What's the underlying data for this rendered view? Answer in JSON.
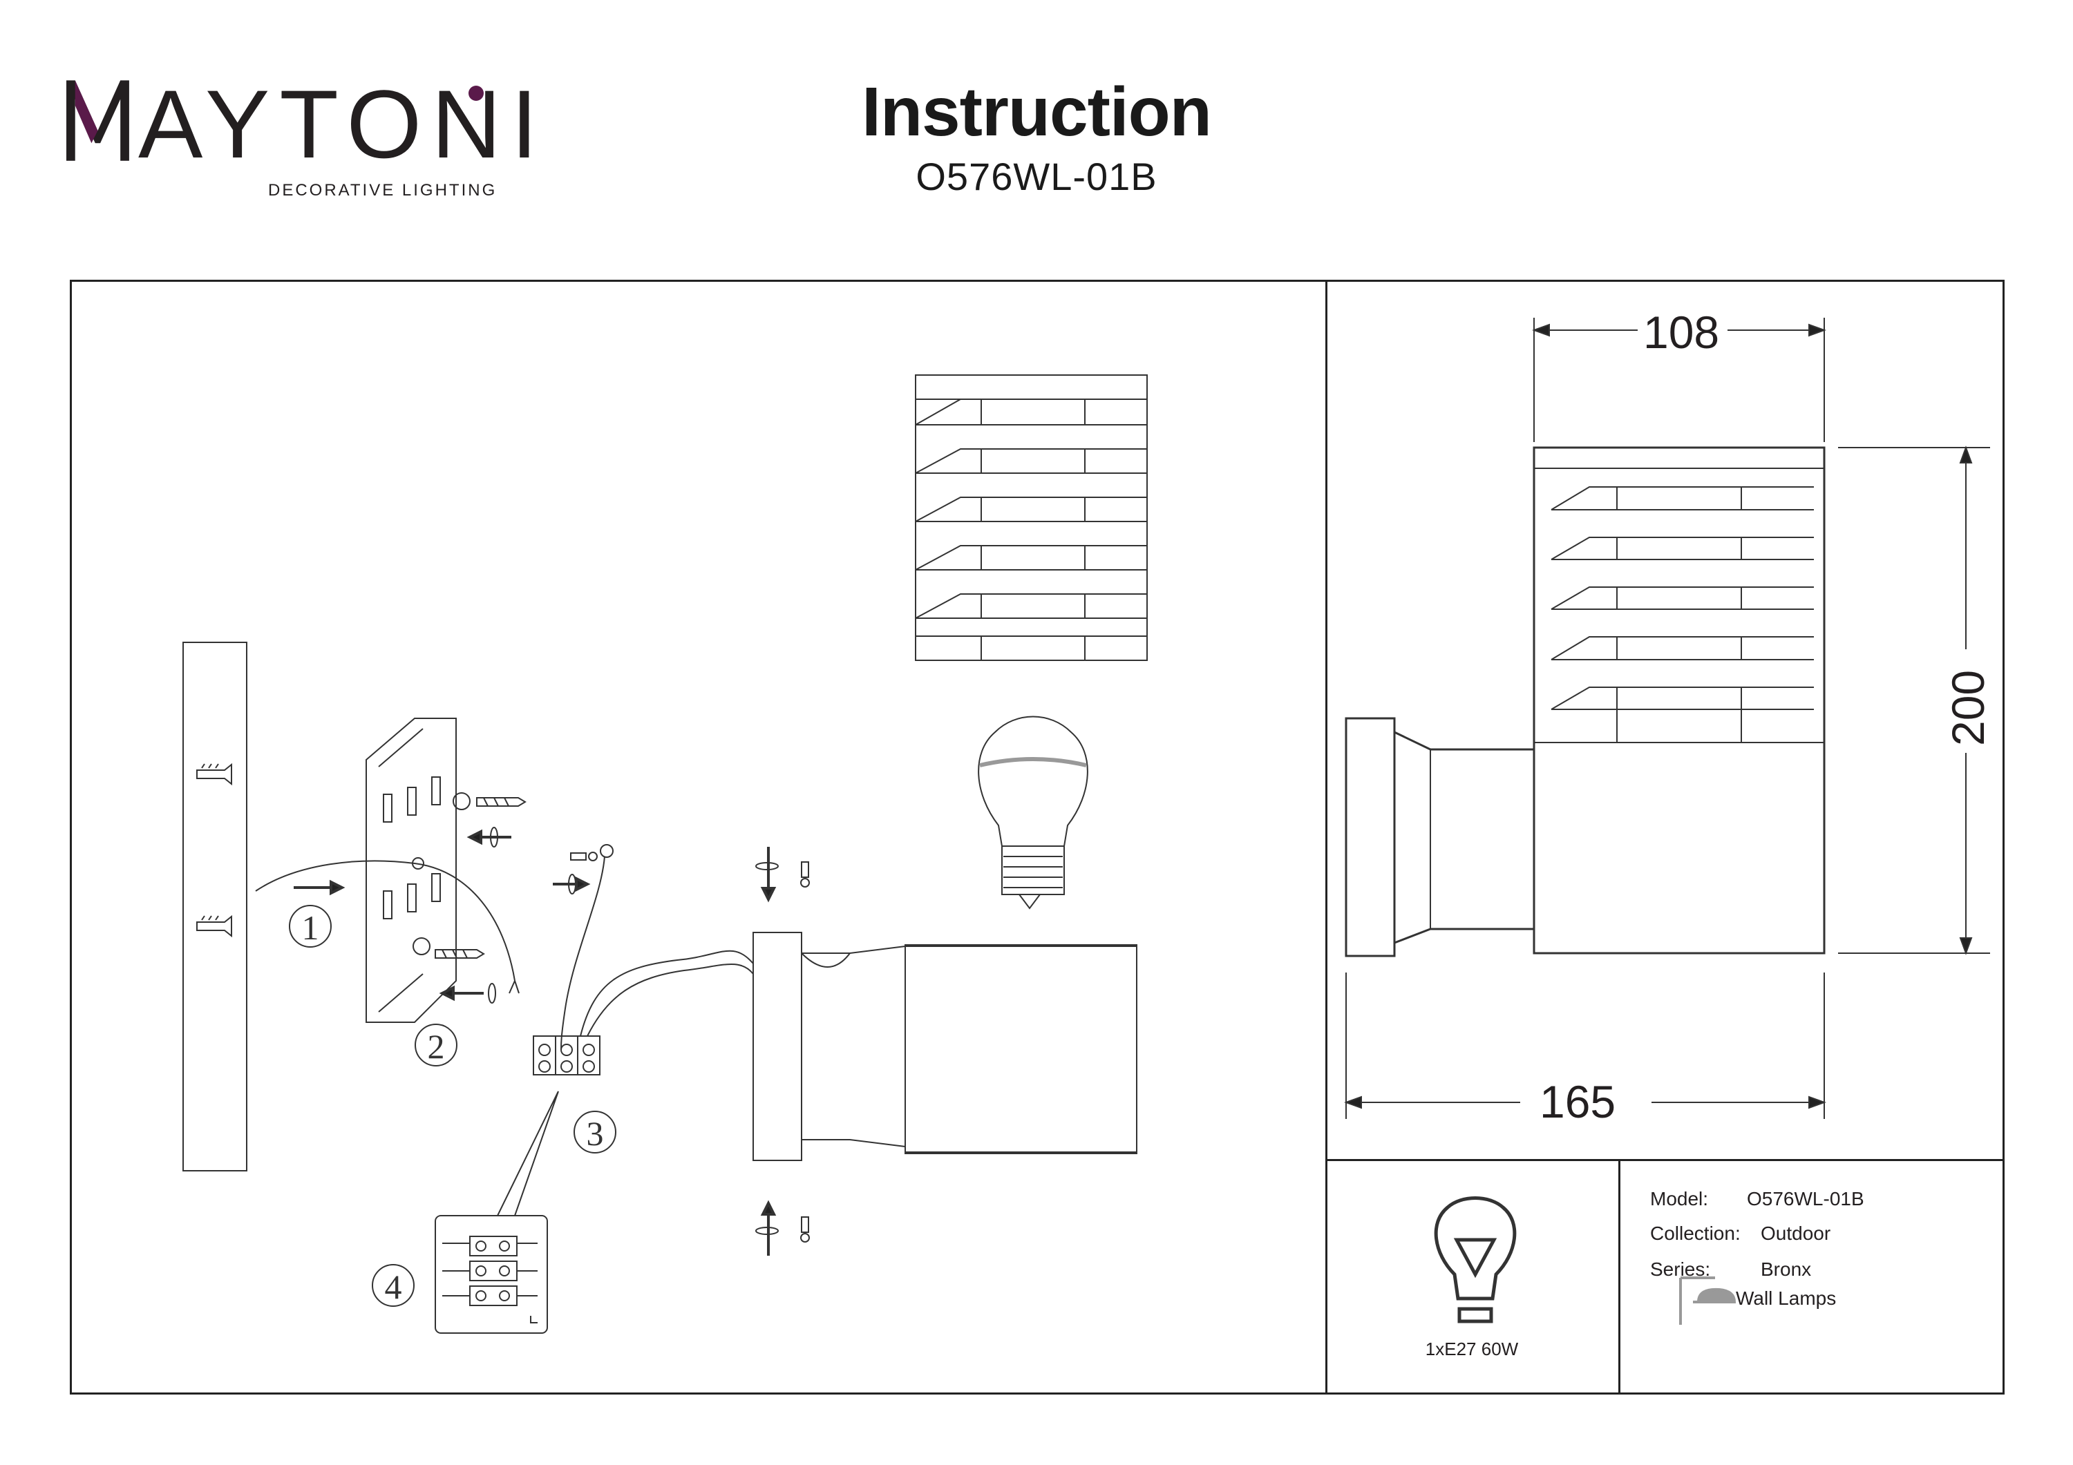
{
  "brand": {
    "name": "MAYTONI",
    "name_rest": "AYTONI",
    "tagline": "DECORATIVE LIGHTING",
    "accent_color": "#5a1a4a"
  },
  "header": {
    "title": "Instruction",
    "model": "O576WL-01B"
  },
  "steps": [
    "1",
    "2",
    "3",
    "4"
  ],
  "dimensions": {
    "width": "108",
    "height": "200",
    "depth": "165"
  },
  "spec": {
    "power": "1xE27 60W",
    "bulb_icon": "bulb-icon",
    "wall_lamp_icon": "wall-lamp-icon"
  },
  "info": {
    "model_label": "Model:",
    "model_value": "O576WL-01B",
    "collection_label": "Collection:",
    "collection_value": "Outdoor",
    "series_label": "Series:",
    "series_value": "Bronx",
    "type_value": "Wall Lamps"
  }
}
